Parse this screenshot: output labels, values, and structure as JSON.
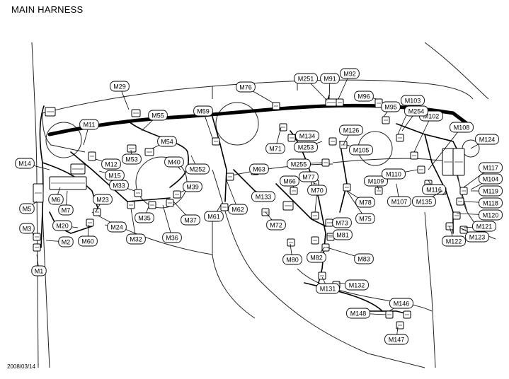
{
  "title": "MAIN HARNESS",
  "date": "2008/03/14",
  "labels": [
    "M1",
    "M2",
    "M3",
    "M5",
    "M6",
    "M7",
    "M11",
    "M12",
    "M14",
    "M15",
    "M20",
    "M23",
    "M24",
    "M29",
    "M32",
    "M33",
    "M35",
    "M36",
    "M37",
    "M39",
    "M40",
    "M53",
    "M54",
    "M55",
    "M59",
    "M60",
    "M61",
    "M62",
    "M63",
    "M66",
    "M70",
    "M71",
    "M72",
    "M73",
    "M75",
    "M76",
    "M77",
    "M78",
    "M80",
    "M81",
    "M82",
    "M83",
    "M91",
    "M92",
    "M95",
    "M96",
    "M102",
    "M103",
    "M104",
    "M105",
    "M107",
    "M108",
    "M109",
    "M110",
    "M116",
    "M117",
    "M118",
    "M119",
    "M120",
    "M121",
    "M122",
    "M123",
    "M124",
    "M126",
    "M131",
    "M132",
    "M133",
    "M134",
    "M135",
    "M146",
    "M147",
    "M148",
    "M251",
    "M252",
    "M253",
    "M254",
    "M255"
  ]
}
